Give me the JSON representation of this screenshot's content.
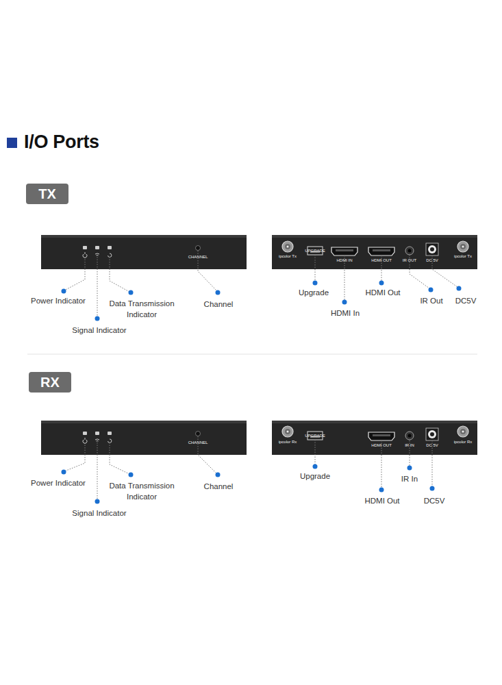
{
  "diagram": {
    "title": "I/O Ports",
    "nodes": [
      {
        "text": [
          "TX"
        ]
      },
      {
        "text": [
          "RX"
        ]
      }
    ],
    "labels": [
      "CHANNEL",
      "ipcolor Tx",
      "UPGRADE",
      "HDMI IN",
      "HDMI OUT",
      "IR OUT",
      "DC 5V",
      "ipcolor Tx",
      "Power Indicator",
      "Signal Indicator",
      "Data Transmission Indicator",
      "Channel",
      "Upgrade",
      "HDMI In",
      "HDMI Out",
      "IR Out",
      "DC5V",
      "CHANNEL",
      "ipcolor Rx",
      "UPGRADE",
      "HDMI OUT",
      "IR IN",
      "DC 5V",
      "ipcolor Rx",
      "Power Indicator",
      "Signal Indicator",
      "Data Transmission Indicator",
      "Channel",
      "Upgrade",
      "HDMI Out",
      "IR In",
      "DC5V"
    ]
  }
}
